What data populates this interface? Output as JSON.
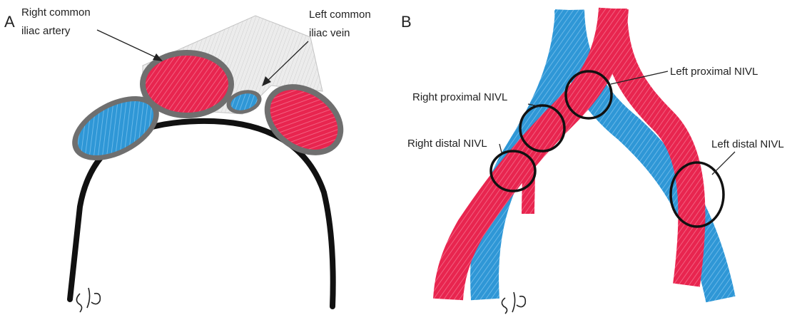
{
  "panel_a": {
    "letter": "A",
    "labels": {
      "right_common_iliac_artery": [
        "Right common",
        "iliac artery"
      ],
      "left_common_iliac_vein": [
        "Left common",
        "iliac vein"
      ]
    }
  },
  "panel_b": {
    "letter": "B",
    "labels": {
      "left_proximal": "Left proximal NIVL",
      "right_proximal": "Right proximal NIVL",
      "right_distal": "Right distal NIVL",
      "left_distal": "Left distal NIVL"
    }
  },
  "colors": {
    "artery": "#e8254f",
    "vein": "#2f97d6",
    "outline": "#111111",
    "vessel_rim": "#6f6f6f",
    "shadow": "#d2d2d2"
  }
}
